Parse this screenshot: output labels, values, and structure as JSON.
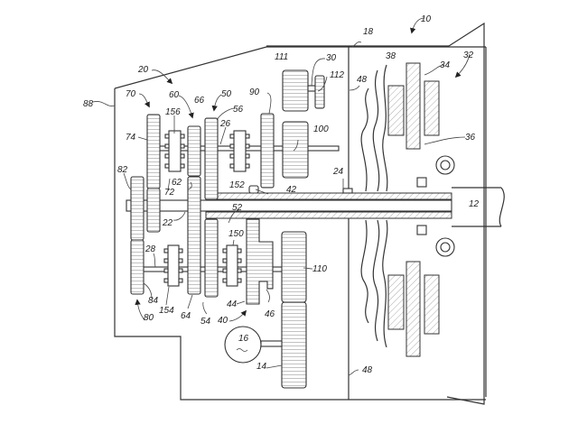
{
  "figure": {
    "type": "patent-drawing",
    "subject": "transmission assembly cross-section"
  },
  "labels": {
    "l10": "10",
    "l12": "12",
    "l14": "14",
    "l16": "16",
    "l18": "18",
    "l20": "20",
    "l22": "22",
    "l24": "24",
    "l26": "26",
    "l28": "28",
    "l30": "30",
    "l32": "32",
    "l34": "34",
    "l36": "36",
    "l38": "38",
    "l40": "40",
    "l42": "42",
    "l44": "44",
    "l46": "46",
    "l48a": "48",
    "l48b": "48",
    "l50": "50",
    "l52": "52",
    "l54": "54",
    "l56": "56",
    "l60": "60",
    "l62": "62",
    "l64": "64",
    "l66": "66",
    "l70": "70",
    "l72": "72",
    "l74": "74",
    "l80": "80",
    "l82": "82",
    "l84": "84",
    "l88": "88",
    "l90": "90",
    "l100": "100",
    "l110": "110",
    "l111": "111",
    "l112": "112",
    "l150": "150",
    "l152": "152",
    "l154": "154",
    "l156": "156"
  }
}
